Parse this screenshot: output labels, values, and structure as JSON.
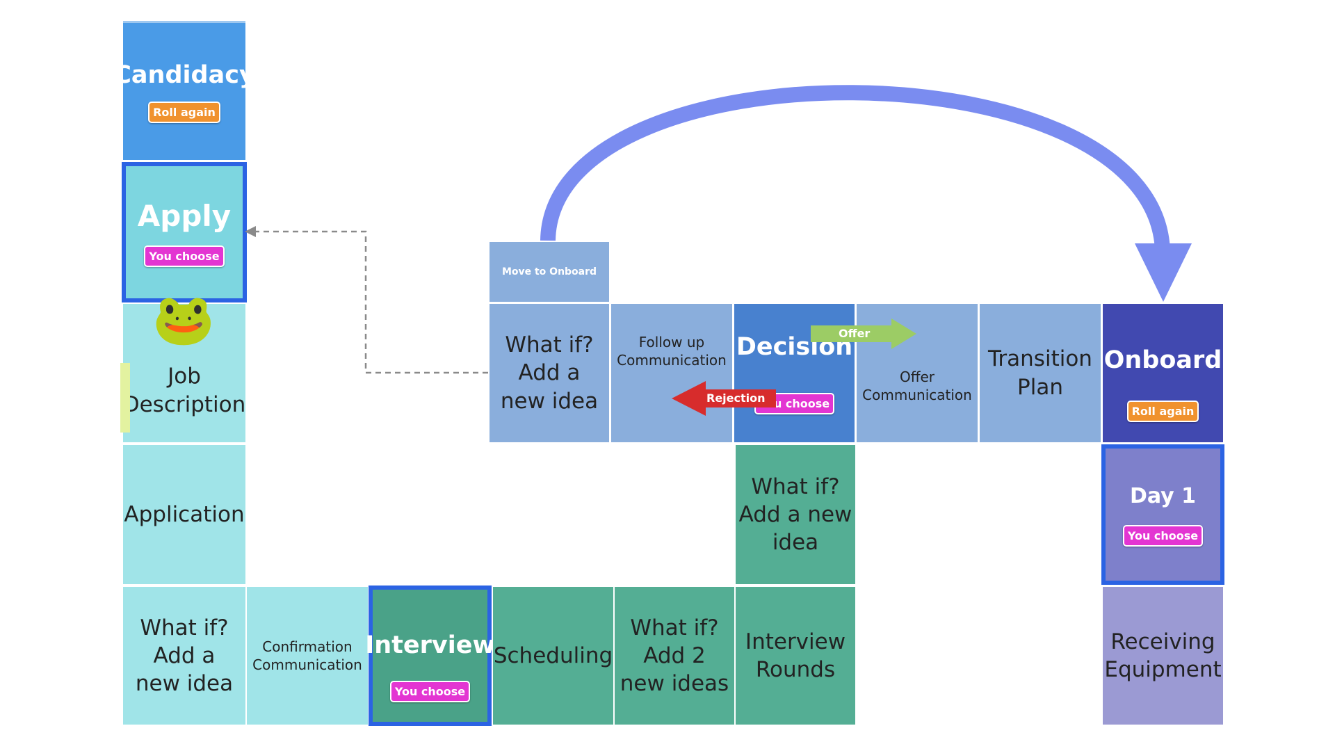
{
  "board": {
    "tiles": {
      "candidacy": "Candidacy",
      "apply": "Apply",
      "job_description": "Job\nDescription",
      "application": "Application",
      "what_if_1": "What if?\nAdd a\nnew idea",
      "confirmation": "Confirmation\nCommunication",
      "interview": "Interview",
      "scheduling": "Scheduling",
      "what_if_2": "What if?\nAdd 2\nnew ideas",
      "interview_rounds": "Interview\nRounds",
      "what_if_3": "What if?\nAdd a new\nidea",
      "decision": "Decision",
      "follow_up": "Follow up\nCommunication",
      "what_if_4": "What if?\nAdd a\nnew idea",
      "move_to_onboard": "Move to Onboard",
      "offer_communication": "Offer\nCommunication",
      "transition_plan": "Transition\nPlan",
      "onboard": "Onboard",
      "day1": "Day 1",
      "receiving_equipment": "Receiving\nEquipment"
    },
    "badges": {
      "roll_again": "Roll again",
      "you_choose": "You choose"
    },
    "arrows": {
      "offer": "Offer",
      "rejection": "Rejection"
    },
    "frog_icon": "🐸"
  },
  "colors": {
    "candidacy": "#4a9be7",
    "apply": "#7dd6e0",
    "light_cyan": "#a0e4e8",
    "teal": "#54ae94",
    "teal_dark": "#4aa288",
    "periwinkle": "#8aaedc",
    "decision": "#4881cf",
    "onboard": "#4149b0",
    "day1": "#7e80cb",
    "receiving": "#9b9ad3",
    "big_arrow": "#7a8cf0",
    "offer_arrow": "#9ccc65",
    "rejection_arrow": "#d72c2c",
    "highlight_border": "#2b63e3"
  }
}
